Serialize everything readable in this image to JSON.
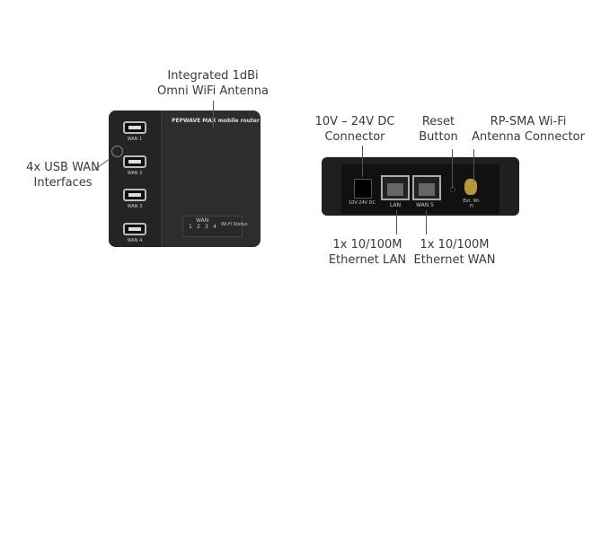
{
  "front": {
    "brand": "PEPWAVE MAX mobile router",
    "usb_ports": [
      "WAN 1",
      "WAN 2",
      "WAN 3",
      "WAN 4"
    ],
    "led_panel": {
      "wan": "WAN",
      "numbers": [
        "1",
        "2",
        "3",
        "4"
      ],
      "wifi": "Wi-Fi Status"
    }
  },
  "back": {
    "dc": "10V-24V DC",
    "lan": "LAN",
    "wan": "WAN 5",
    "wifi": "Ext. Wi-Fi"
  },
  "labels": {
    "antenna": [
      "Integrated 1dBi",
      "Omni WiFi Antenna"
    ],
    "usb": [
      "4x USB WAN",
      "Interfaces"
    ],
    "dc": [
      "10V – 24V DC",
      "Connector"
    ],
    "reset": [
      "Reset",
      "Button"
    ],
    "rpsma": [
      "RP-SMA Wi-Fi",
      "Antenna Connector"
    ],
    "lan": [
      "1x 10/100M",
      "Ethernet LAN"
    ],
    "wan": [
      "1x 10/100M",
      "Ethernet WAN"
    ]
  }
}
